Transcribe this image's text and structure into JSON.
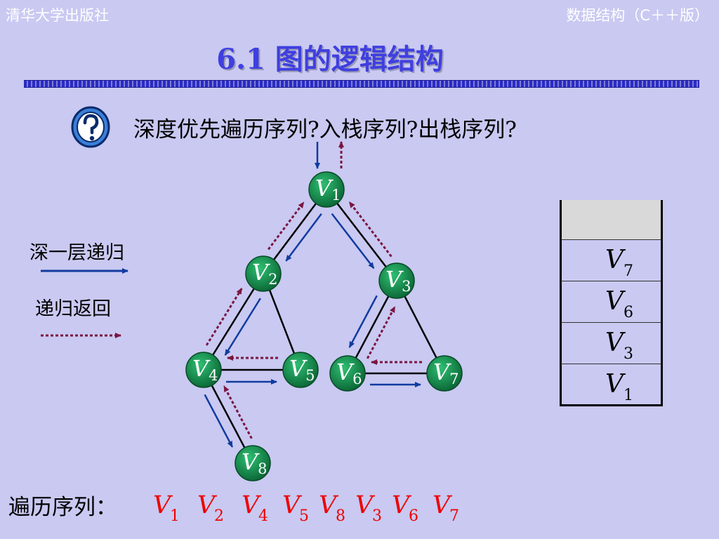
{
  "header": {
    "publisher": "清华大学出版社",
    "course": "数据结构（C＋＋版）",
    "title": "6.1 图的逻辑结构"
  },
  "question": {
    "text": "深度优先遍历序列?入栈序列?出栈序列?",
    "icon": "question-mark-icon"
  },
  "legend": {
    "recursion_label": "深一层递归",
    "return_label": "递归返回"
  },
  "colors": {
    "node": "#138a4a",
    "recursion_arrow": "#113b9e",
    "return_arrow": "#7a1640",
    "sequence": "#ee0000"
  },
  "graph": {
    "nodes": [
      {
        "id": "V1",
        "letter": "V",
        "sub": "1"
      },
      {
        "id": "V2",
        "letter": "V",
        "sub": "2"
      },
      {
        "id": "V3",
        "letter": "V",
        "sub": "3"
      },
      {
        "id": "V4",
        "letter": "V",
        "sub": "4"
      },
      {
        "id": "V5",
        "letter": "V",
        "sub": "5"
      },
      {
        "id": "V6",
        "letter": "V",
        "sub": "6"
      },
      {
        "id": "V7",
        "letter": "V",
        "sub": "7"
      },
      {
        "id": "V8",
        "letter": "V",
        "sub": "8"
      }
    ],
    "edges": [
      [
        "V1",
        "V2"
      ],
      [
        "V1",
        "V3"
      ],
      [
        "V2",
        "V4"
      ],
      [
        "V2",
        "V5"
      ],
      [
        "V4",
        "V5"
      ],
      [
        "V4",
        "V8"
      ],
      [
        "V3",
        "V6"
      ],
      [
        "V3",
        "V7"
      ],
      [
        "V6",
        "V7"
      ]
    ]
  },
  "stack": {
    "cells": [
      {
        "letter": "V",
        "sub": "7"
      },
      {
        "letter": "V",
        "sub": "6"
      },
      {
        "letter": "V",
        "sub": "3"
      },
      {
        "letter": "V",
        "sub": "1"
      }
    ]
  },
  "traversal": {
    "label": "遍历序列：",
    "sequence": [
      {
        "letter": "V",
        "sub": "1"
      },
      {
        "letter": "V",
        "sub": "2"
      },
      {
        "letter": "V",
        "sub": "4"
      },
      {
        "letter": "V",
        "sub": "5"
      },
      {
        "letter": "V",
        "sub": "8"
      },
      {
        "letter": "V",
        "sub": "3"
      },
      {
        "letter": "V",
        "sub": "6"
      },
      {
        "letter": "V",
        "sub": "7"
      }
    ]
  }
}
